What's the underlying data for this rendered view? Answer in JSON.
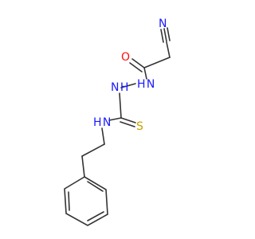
{
  "molecule": {
    "atoms": {
      "cyano_n": {
        "label": "N",
        "color": "#1a1aff"
      },
      "carbonyl_o": {
        "label": "O",
        "color": "#ff0d0d"
      },
      "hydrazide_nh": {
        "label": "H N",
        "color": "#1a1aff"
      },
      "hydrazine_nh": {
        "label": "N H",
        "color": "#1a1aff"
      },
      "amine_nh": {
        "label": "H N",
        "color": "#1a1aff"
      },
      "thione_s": {
        "label": "S",
        "color": "#c8a000"
      }
    },
    "bond_color": "#333333"
  }
}
